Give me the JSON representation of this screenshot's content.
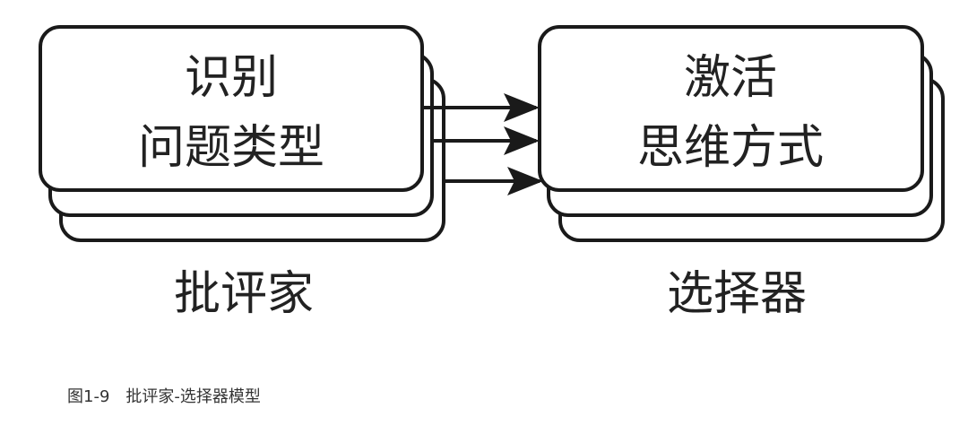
{
  "left_box": {
    "line1": "识别",
    "line2": "问题类型",
    "label": "批评家"
  },
  "right_box": {
    "line1": "激活",
    "line2": "思维方式",
    "label": "选择器"
  },
  "caption": "图1-9　批评家-选择器模型"
}
